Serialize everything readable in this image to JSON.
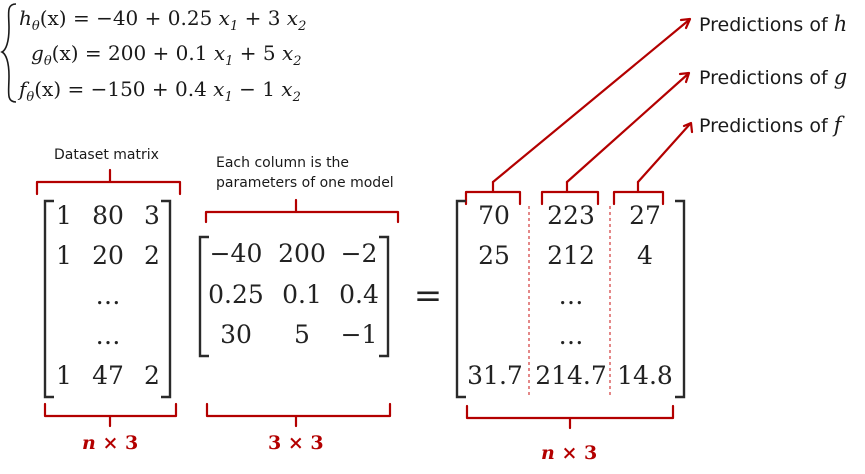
{
  "equations": {
    "h": {
      "lhs": "h",
      "sub": "θ",
      "arg": "(x) = −40 + 0.25 ",
      "x1": "x",
      "x1_sub": "1",
      "mid": " + 3 ",
      "x2": "x",
      "x2_sub": "2"
    },
    "g": {
      "lhs": "g",
      "sub": "θ",
      "arg": "(x) = 200 + 0.1 ",
      "x1": "x",
      "x1_sub": "1",
      "mid": " + 5 ",
      "x2": "x",
      "x2_sub": "2"
    },
    "f": {
      "lhs": "f",
      "sub": "θ",
      "arg": "(x) = −150 + 0.4 ",
      "x1": "x",
      "x1_sub": "1",
      "mid": " − 1 ",
      "x2": "x",
      "x2_sub": "2"
    }
  },
  "labels": {
    "dataset": "Dataset matrix",
    "params_line1": "Each column is the",
    "params_line2": "parameters of one model",
    "pred_prefix": "Predictions of ",
    "pred_h": "h",
    "pred_g": "g",
    "pred_f": "f"
  },
  "dataset_matrix": {
    "rows": [
      [
        "1",
        "80",
        "3"
      ],
      [
        "1",
        "20",
        "2"
      ],
      [
        "…"
      ],
      [
        "…"
      ],
      [
        "1",
        "47",
        "2"
      ]
    ],
    "dims": {
      "n": "n",
      "rest": " × 3"
    }
  },
  "params_matrix": {
    "rows": [
      [
        "−40",
        "200",
        "−2"
      ],
      [
        "0.25",
        "0.1",
        "0.4"
      ],
      [
        "30",
        "5",
        "−1"
      ]
    ],
    "dims": "3 × 3"
  },
  "equals": "=",
  "result_matrix": {
    "rows": [
      [
        "70",
        "223",
        "27"
      ],
      [
        "25",
        "212",
        "4"
      ],
      [
        "…"
      ],
      [
        "…"
      ],
      [
        "31.7",
        "214.7",
        "14.8"
      ]
    ],
    "dims": {
      "n": "n",
      "rest": " × 3"
    }
  },
  "colors": {
    "accent": "#b30000",
    "text": "#1a1a1a"
  }
}
